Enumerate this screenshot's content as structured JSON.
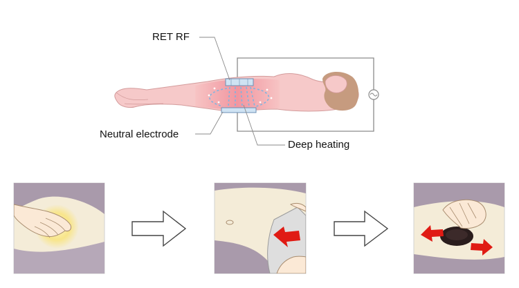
{
  "labels": {
    "ret_rf": "RET RF",
    "neutral_electrode": "Neutral electrode",
    "deep_heating": "Deep heating"
  },
  "icons": {
    "circuit_source": "ac-source-icon",
    "flow_arrows": "right-arrow-icon"
  },
  "colors": {
    "body_fill": "#f6c6c6",
    "heat_zone": "#f29aa3",
    "hair": "#c59a7e",
    "panel_bg": "#f4ecd8",
    "cloth": "#a99aab",
    "heat_glow": "#f6e27a",
    "red_arrow": "#e01b14",
    "electrode": "#9fc6e6"
  }
}
